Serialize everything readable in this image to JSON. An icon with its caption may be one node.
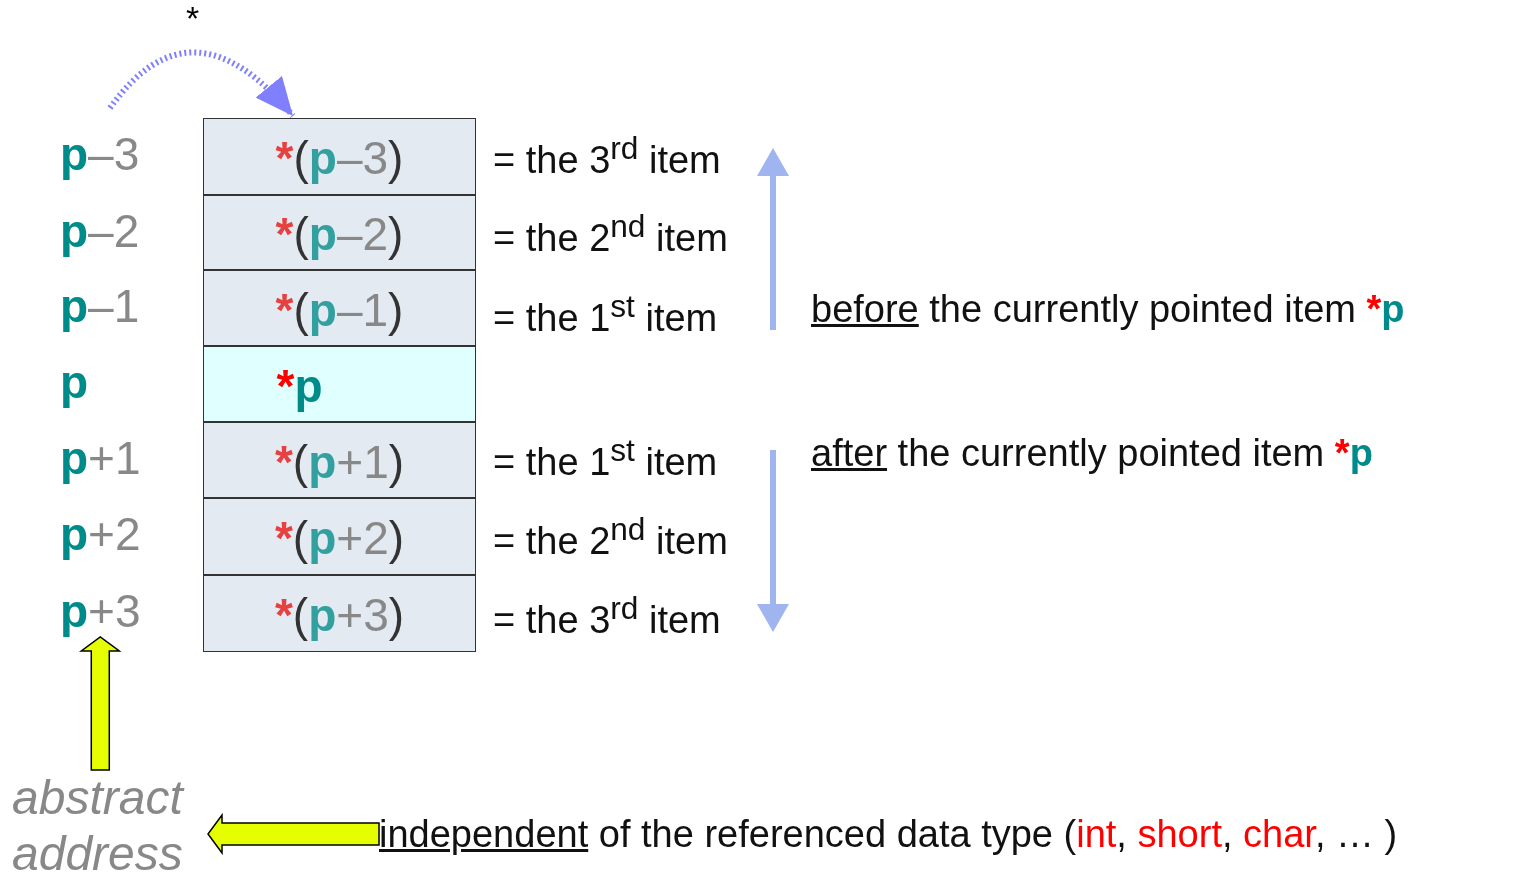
{
  "diagram": {
    "nodes": [
      {
        "text": [
          "p–3"
        ]
      },
      {
        "text": [
          "p–2"
        ]
      },
      {
        "text": [
          "p–1"
        ]
      },
      {
        "text": [
          "p"
        ]
      },
      {
        "text": [
          "p+1"
        ]
      },
      {
        "text": [
          "p+2"
        ]
      },
      {
        "text": [
          "p+3"
        ]
      },
      {
        "text": [
          "*(p–3)"
        ]
      },
      {
        "text": [
          "*(p–2)"
        ]
      },
      {
        "text": [
          "*(p–1)"
        ]
      },
      {
        "text": [
          "*p"
        ]
      },
      {
        "text": [
          "*(p+1)"
        ]
      },
      {
        "text": [
          "*(p+2)"
        ]
      },
      {
        "text": [
          "*(p+3)"
        ]
      },
      {
        "text": [
          "abstract address"
        ]
      },
      {
        "text": [
          "independent of the referenced data type (int, short, char, … )"
        ]
      }
    ],
    "edges": [
      {
        "from": 0,
        "to": 7,
        "arrow": "to",
        "label": "*",
        "style": "dashed",
        "color": "#8080ff"
      },
      {
        "from": 14,
        "to": 6,
        "arrow": "to",
        "style": "thick",
        "color": "#e6ff00"
      },
      {
        "from": 15,
        "to": 14,
        "arrow": "to",
        "style": "thick",
        "color": "#e6ff00"
      }
    ],
    "labels": [
      "= the 3$^{rd}$ item",
      "= the 2$^{nd}$ item",
      "= the 1$^{st}$ item",
      "before the currently pointed item *p",
      "= the 1$^{st}$ item",
      "after the currently pointed item *p",
      "= the 2$^{nd}$ item",
      "= the 3$^{rd}$ item"
    ]
  }
}
